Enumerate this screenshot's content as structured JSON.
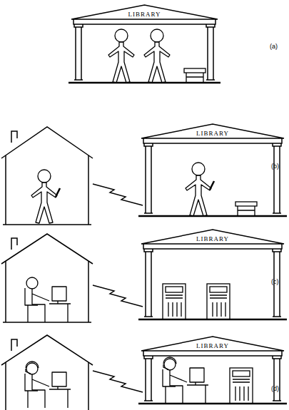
{
  "diagram": {
    "nodes": [
      {
        "text": [
          "LIBRARY"
        ]
      },
      {
        "text": [
          "LIBRARY"
        ]
      },
      {
        "text": [
          "LIBRARY"
        ]
      },
      {
        "text": [
          "LIBRARY"
        ]
      }
    ],
    "labels": [
      "(a)",
      "(b)",
      "(c)",
      "(d)"
    ]
  }
}
